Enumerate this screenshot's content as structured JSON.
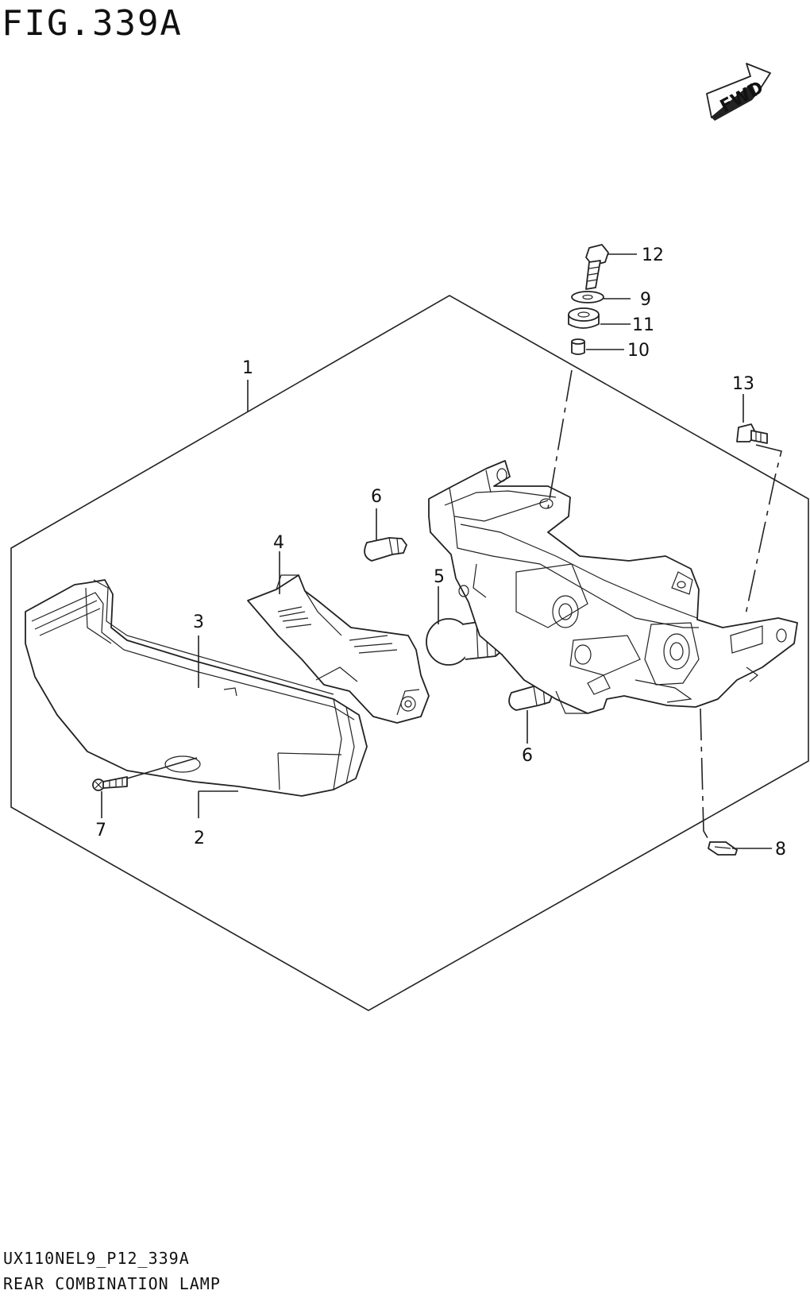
{
  "figure_title": "FIG.339A",
  "fwd_label": "FWD",
  "footer": {
    "code": "UX110NEL9_P12_339A",
    "title": "REAR COMBINATION LAMP"
  },
  "callouts": {
    "c1": "1",
    "c2": "2",
    "c3": "3",
    "c4": "4",
    "c5": "5",
    "c6a": "6",
    "c6b": "6",
    "c7": "7",
    "c8": "8",
    "c9": "9",
    "c10": "10",
    "c11": "11",
    "c12": "12",
    "c13": "13"
  }
}
